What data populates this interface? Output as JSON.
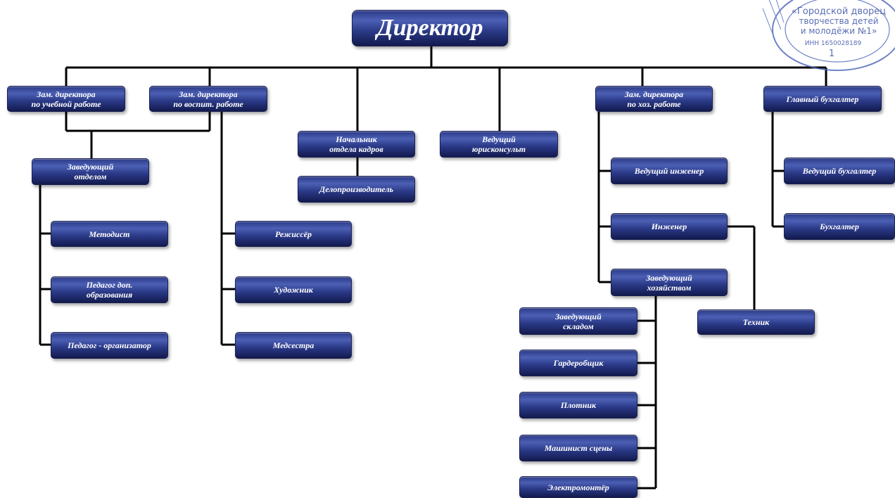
{
  "stamp": {
    "line1": "«Городской дворец",
    "line2": "творчества детей",
    "line3": "и молодёжи №1»",
    "inn": "ИНН 1650028189",
    "num": "1"
  },
  "nodes": {
    "director": "Директор",
    "deputy_edu": "Зам. директора\nпо учебной работе",
    "deputy_vosp": "Зам. директора\nпо воспит. работе",
    "hr_head": "Начальник\nотдела кадров",
    "clerk": "Делопроизводитель",
    "lawyer": "Ведущий\nюрисконсульт",
    "deputy_hoz": "Зам. директора\nпо хоз. работе",
    "chief_acc": "Главный бухгалтер",
    "dept_head": "Заведующий\nотделом",
    "methodist": "Методист",
    "teacher_add": "Педагог доп.\nобразования",
    "teacher_org": "Педагог - организатор",
    "director_stage": "Режиссёр",
    "artist": "Художник",
    "nurse": "Медсестра",
    "lead_engineer": "Ведущий инженер",
    "engineer": "Инженер",
    "house_head": "Заведующий\nхозяйством",
    "technician": "Техник",
    "warehouse": "Заведующий\nскладом",
    "cloakroom": "Гардеробщик",
    "carpenter": "Плотник",
    "stage_machinist": "Машинист сцены",
    "electrician": "Электромонтёр",
    "lead_acc": "Ведущий бухгалтер",
    "accountant": "Бухгалтер"
  }
}
